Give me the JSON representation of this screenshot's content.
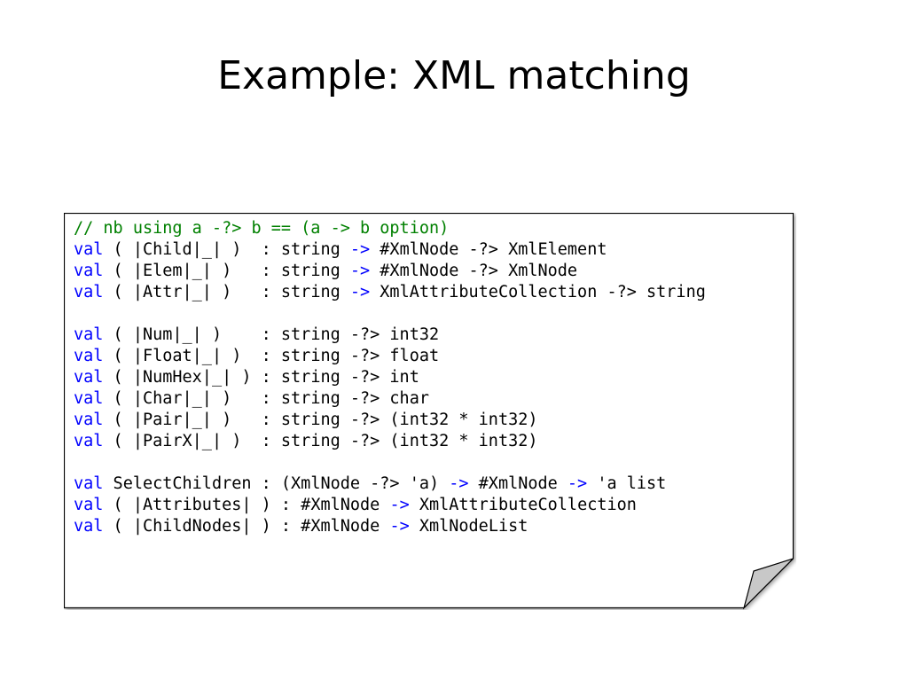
{
  "slide": {
    "title": "Example: XML matching"
  },
  "code": {
    "comment": "// nb using a -?> b == (a -> b option)",
    "keyword": "val",
    "arrow": "->",
    "lines": [
      {
        "pattern": " ( |Child|_| )  : string ",
        "rest": " #XmlNode -?> XmlElement",
        "arrow": true
      },
      {
        "pattern": " ( |Elem|_| )   : string ",
        "rest": " #XmlNode -?> XmlNode",
        "arrow": true
      },
      {
        "pattern": " ( |Attr|_| )   : string ",
        "rest": " XmlAttributeCollection -?> string",
        "arrow": true
      },
      {
        "pattern": " ( |Num|_| )    : string -?> int32",
        "rest": "",
        "arrow": false
      },
      {
        "pattern": " ( |Float|_| )  : string -?> float",
        "rest": "",
        "arrow": false
      },
      {
        "pattern": " ( |NumHex|_| ) : string -?> int",
        "rest": "",
        "arrow": false
      },
      {
        "pattern": " ( |Char|_| )   : string -?> char",
        "rest": "",
        "arrow": false
      },
      {
        "pattern": " ( |Pair|_| )   : string -?> (int32 * int32)",
        "rest": "",
        "arrow": false
      },
      {
        "pattern": " ( |PairX|_| )  : string -?> (int32 * int32)",
        "rest": "",
        "arrow": false
      }
    ],
    "select_children": {
      "part1": " SelectChildren : (XmlNode -?> 'a) ",
      "part2": " #XmlNode ",
      "part3": " 'a list"
    },
    "attributes": {
      "part1": " ( |Attributes| ) : #XmlNode ",
      "part2": " XmlAttributeCollection"
    },
    "childnodes": {
      "part1": " ( |ChildNodes| ) : #XmlNode ",
      "part2": " XmlNodeList"
    }
  }
}
